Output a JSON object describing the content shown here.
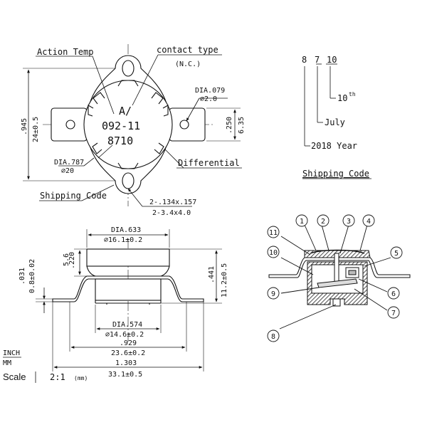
{
  "top_view": {
    "action_temp": "Action Temp",
    "contact_type": "contact type",
    "contact_nc": "(N.C.)",
    "stamp_line1": "A/",
    "stamp_line2": "092-11",
    "stamp_line3": "8710",
    "dia_079_inch": "DIA.079",
    "dia_079_mm": "⌀2.0",
    "dia_787_inch": "DIA.787",
    "dia_787_mm": "⌀20",
    "height_inch": ".945",
    "height_mm": "24±0.5",
    "tab_inch": ".250",
    "tab_mm": "6.35",
    "differential": "Differential",
    "shipping_code": "Shipping Code",
    "slot_inch": "2-.134x.157",
    "slot_mm": "2-3.4x4.0"
  },
  "legend": {
    "digit1": "8",
    "digit2": "7",
    "digit3": "10",
    "day": "10",
    "day_suffix": "th",
    "month": "July",
    "year": "2018 Year",
    "title": "Shipping Code"
  },
  "side_view": {
    "cap_inch": "DIA.633",
    "cap_mm": "⌀16.1±0.2",
    "top_h_inch": ".220",
    "top_h_mm": "5.6",
    "total_h_inch": ".441",
    "total_h_mm": "11.2±0.5",
    "thick_inch": ".031",
    "thick_mm": "0.8±0.02",
    "base_inch": "DIA.574",
    "base_mm": "⌀14.6±0.2",
    "holes_inch": ".929",
    "holes_mm": "23.6±0.2",
    "overall_inch": "1.303",
    "overall_mm": "33.1±0.5",
    "unit_inch": "INCH",
    "unit_mm": "MM",
    "scale_label": "Scale",
    "scale_value": "2:1",
    "scale_unit": "(mm)"
  },
  "section_view": {
    "callouts": [
      "1",
      "2",
      "3",
      "4",
      "5",
      "6",
      "7",
      "8",
      "9",
      "10",
      "11"
    ]
  }
}
